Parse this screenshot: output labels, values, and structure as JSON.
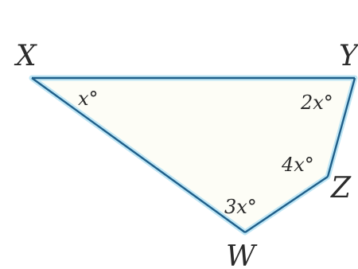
{
  "diagram": {
    "vertices": {
      "X": "X",
      "Y": "Y",
      "Z": "Z",
      "W": "W"
    },
    "angles": {
      "X": "x°",
      "Y": "2x°",
      "Z": "4x°",
      "W": "3x°"
    },
    "colors": {
      "stroke": "#1f5f8a",
      "glow": "#bfe6f5",
      "text": "#2b2b2b",
      "fill": "#fdfdf6"
    }
  }
}
